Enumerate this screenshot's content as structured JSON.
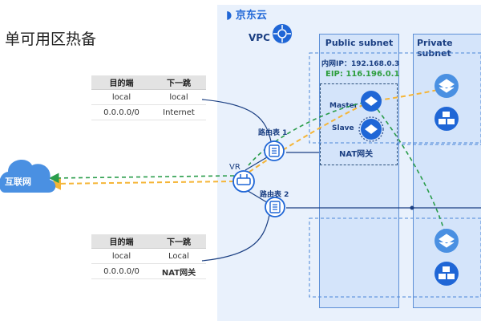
{
  "title": "单可用区热备",
  "brand": "京东云",
  "vpc_label": "VPC",
  "public_subnet": "Public subnet",
  "private_subnet": "Private subnet",
  "private_ip": "内网IP：192.168.0.3",
  "eip": "EIP: 116.196.0.1",
  "master": "Master",
  "slave": "Slave",
  "nat_gateway": "NAT网关",
  "internet": "互联网",
  "vr": "VR",
  "route_table_1": "路由表 1",
  "route_table_2": "路由表 2",
  "table1": {
    "headers": [
      "目的端",
      "下一跳"
    ],
    "rows": [
      [
        "local",
        "local"
      ],
      [
        "0.0.0.0/0",
        "Internet"
      ]
    ]
  },
  "table2": {
    "headers": [
      "目的端",
      "下一跳"
    ],
    "rows": [
      [
        "local",
        "Local"
      ],
      [
        "0.0.0.0/0",
        "NAT网关"
      ]
    ]
  },
  "colors": {
    "blue": "#1f66d6",
    "green": "#2a9d4b",
    "orange": "#f5b537",
    "eip_green": "#2e9e3e"
  }
}
